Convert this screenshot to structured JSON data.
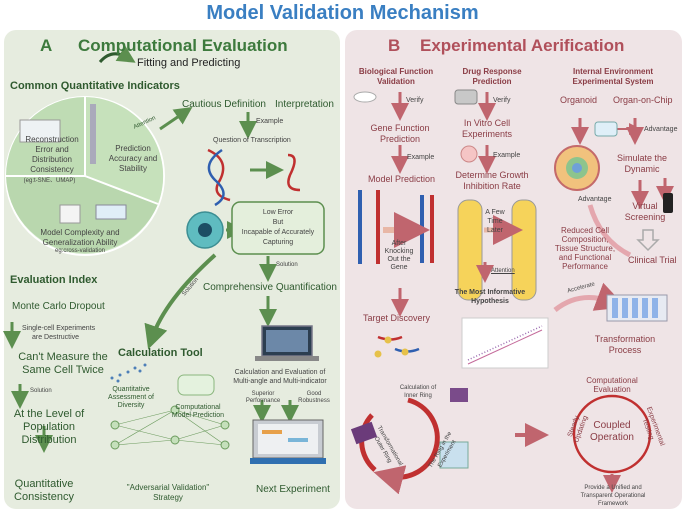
{
  "title": "Model Validation Mechanism",
  "panel_a": {
    "letter": "A",
    "title": "Computational Evaluation",
    "fitting": "Fitting and Predicting",
    "indicators_title": "Common Quantitative Indicators",
    "pie": {
      "seg1": [
        "Reconstruction",
        "Error and",
        "Distribution",
        "Consistency"
      ],
      "seg1_note": "(eg:t-SNE、UMAP)",
      "seg2": [
        "Prediction",
        "Accuracy and",
        "Stability"
      ],
      "seg2_tag": "Attention",
      "seg3": [
        "Model Complexity and",
        "Generalization Ability"
      ],
      "seg3_note": "eg:cross-validation"
    },
    "cautious": "Cautious Definition",
    "interpretation": "Interpretation",
    "example": "Example",
    "question": "Question of Transcription",
    "box": [
      "Low Error",
      "But",
      "Incapable of Accurately",
      "Capturing"
    ],
    "solution": "Solution",
    "solution2": "Solution",
    "comprehensive": "Comprehensive Quantification",
    "calc_eval": [
      "Calculation and Evaluation of",
      "Multi-angle and Multi-indicator"
    ],
    "superior": "Superior",
    "performance": "Performance",
    "good": "Good",
    "robustness": "Robustness",
    "next": "Next Experiment",
    "eval_index": "Evaluation Index",
    "monte": "Monte Carlo Dropout",
    "single_cell": [
      "Single-cell Experiments",
      "are Destructive"
    ],
    "cant_measure": [
      "Can't Measure the",
      "Same Cell Twice"
    ],
    "solution3": "Solution",
    "population": [
      "At the Level of",
      "Population",
      "Distribution"
    ],
    "quant_cons": [
      "Quantitative",
      "Consistency"
    ],
    "calc_tool": "Calculation Tool",
    "quant_assess": [
      "Quantitative",
      "Assessment of",
      "Diversity"
    ],
    "comp_pred": [
      "Computational",
      "Model Prediction"
    ],
    "adversarial": [
      "\"Adversarial Validation\"",
      "Strategy"
    ]
  },
  "panel_b": {
    "letter": "B",
    "title": "Experimental Aerification",
    "col1_title": [
      "Biological Function",
      "Validation"
    ],
    "col2_title": [
      "Drug Response",
      "Prediction"
    ],
    "col3_title": [
      "Internal Environment",
      "Experimental System"
    ],
    "verify1": "Verify",
    "verify2": "Verify",
    "gene_func": [
      "Gene Function",
      "Prediction"
    ],
    "in_vitro": [
      "In Vitro Cell",
      "Experiments"
    ],
    "organoid": "Organoid",
    "organ_chip": "Organ-on-Chip",
    "advantage1": "Advantage",
    "example1": "Example",
    "example2": "Example",
    "model_pred": "Model Prediction",
    "growth": [
      "Determine Growth",
      "Inhibition Rate"
    ],
    "simulate": [
      "Simulate the",
      "Dynamic"
    ],
    "after_knock": [
      "After",
      "Knocking",
      "Out the",
      "Gene"
    ],
    "few_time": [
      "A Few",
      "Time",
      "Later"
    ],
    "advantage2": "Advantage",
    "virtual": [
      "Virtual",
      "Screening"
    ],
    "reduced": [
      "Reduced Cell",
      "Composition,",
      "Tissue Structure,",
      "and Functional",
      "Performance"
    ],
    "clinical": "Clinical Trial",
    "attention": "Attention",
    "most_info": [
      "The Most Informative",
      "Hypothesis"
    ],
    "accelerate": "Accelerate",
    "target": "Target Discovery",
    "transformation": [
      "Transformation",
      "Process"
    ],
    "calc_inner": [
      "Calculation of",
      "Inner Ring"
    ],
    "trans_outer": [
      "Transformational",
      "Outer Ring"
    ],
    "ring_exp": [
      "The Ring in the",
      "Experiment"
    ],
    "comp_eval": [
      "Computational",
      "Evaluation"
    ],
    "steady": [
      "Steady",
      "Updating"
    ],
    "exp_test": [
      "Experimental",
      "Testing"
    ],
    "coupled": [
      "Coupled",
      "Operation"
    ],
    "provide": [
      "Provide a Unified and",
      "Transparent Operational",
      "Framework"
    ]
  },
  "colors": {
    "title": "#3a7fc2",
    "panel_a_bg": "#e6ecdf",
    "panel_b_bg": "#efe4e6",
    "green_arrow": "#5c8f4f",
    "red_arrow": "#c0656e"
  }
}
